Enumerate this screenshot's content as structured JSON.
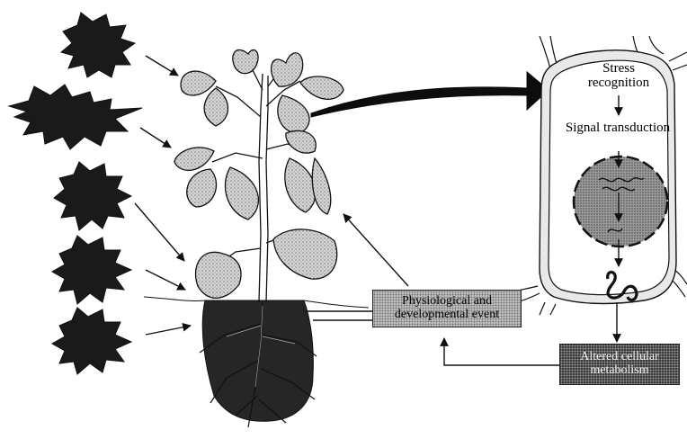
{
  "cell_labels": {
    "stress_recognition": "Stress recognition",
    "signal_transduction": "Signal transduction"
  },
  "boxes": {
    "physiological_event": "Physiological and developmental event",
    "altered_metabolism": "Altered cellular metabolism"
  },
  "stress_icon_count": 5,
  "colors": {
    "ink": "#111111",
    "leaf_fill": "#c9c9c9",
    "root_mass": "#262626",
    "box_fill": "#bdbdbd",
    "dark_box_fill": "#3a3a3a"
  }
}
